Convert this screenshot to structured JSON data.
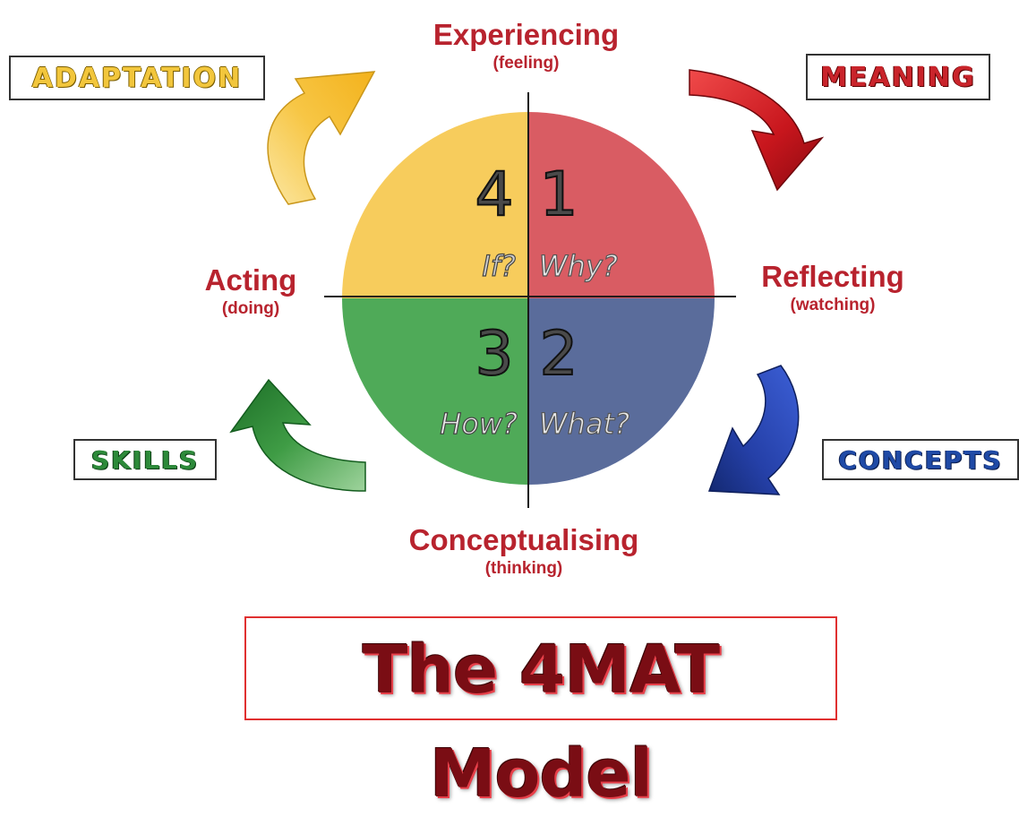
{
  "title": "The 4MAT Model",
  "axes": {
    "top": {
      "main": "Experiencing",
      "sub": "(feeling)"
    },
    "right": {
      "main": "Reflecting",
      "sub": "(watching)"
    },
    "bottom": {
      "main": "Conceptualising",
      "sub": "(thinking)"
    },
    "left": {
      "main": "Acting",
      "sub": "(doing)"
    }
  },
  "quadrants": [
    {
      "number": "1",
      "question": "Why?",
      "color": "#d95c63"
    },
    {
      "number": "2",
      "question": "What?",
      "color": "#5a6c9b"
    },
    {
      "number": "3",
      "question": "How?",
      "color": "#4faa58"
    },
    {
      "number": "4",
      "question": "If?",
      "color": "#f7cc5c"
    }
  ],
  "cycle_labels": {
    "meaning": "MEANING",
    "concepts": "CONCEPTS",
    "skills": "SKILLS",
    "adaptation": "ADAPTATION"
  },
  "arrow_colors": {
    "meaning": "#c8161d",
    "concepts": "#2540a8",
    "skills": "#2a8a34",
    "adaptation": "#f6c343"
  }
}
